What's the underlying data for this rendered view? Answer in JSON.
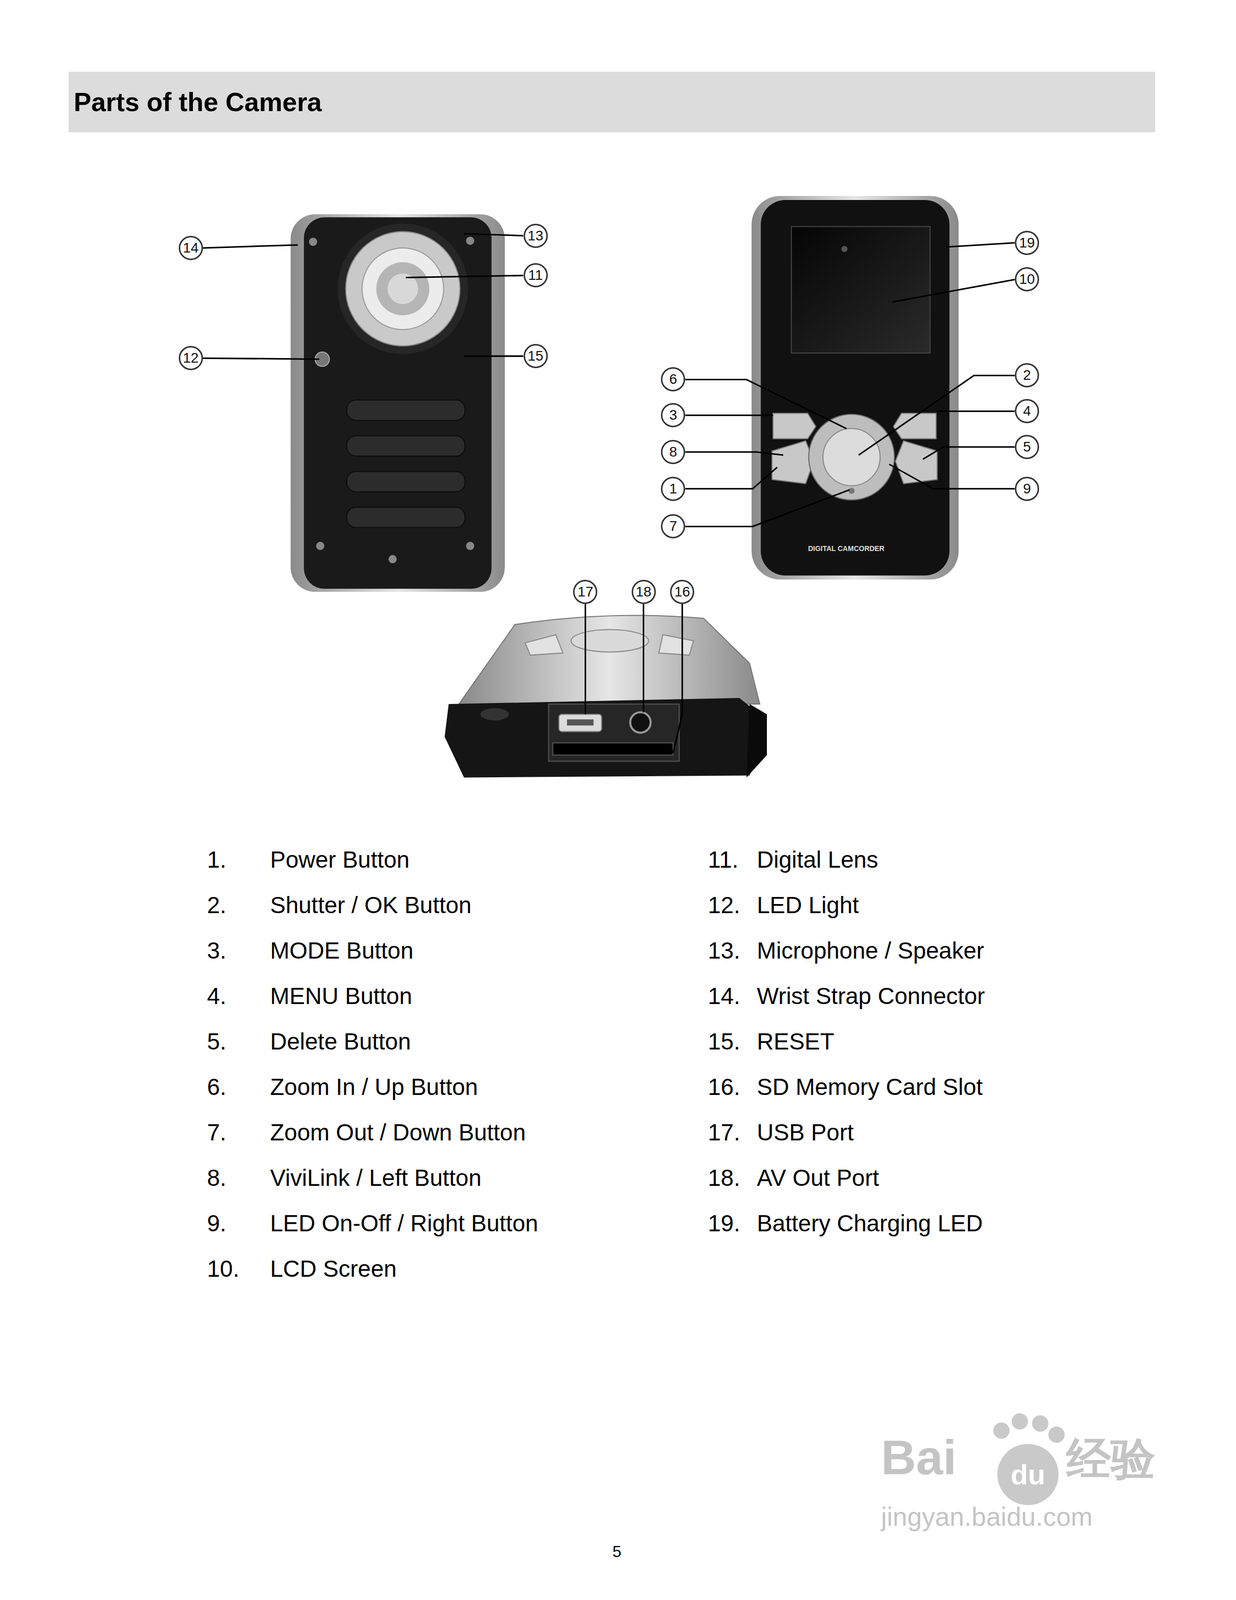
{
  "diagram": {
    "title": "Parts of the Camera",
    "nodes": [
      {
        "text": [
          "14"
        ]
      },
      {
        "text": [
          "13"
        ]
      },
      {
        "text": [
          "11"
        ]
      },
      {
        "text": [
          "12"
        ]
      },
      {
        "text": [
          "15"
        ]
      },
      {
        "text": [
          "19"
        ]
      },
      {
        "text": [
          "10"
        ]
      },
      {
        "text": [
          "6"
        ]
      },
      {
        "text": [
          "2"
        ]
      },
      {
        "text": [
          "3"
        ]
      },
      {
        "text": [
          "4"
        ]
      },
      {
        "text": [
          "8"
        ]
      },
      {
        "text": [
          "5"
        ]
      },
      {
        "text": [
          "1"
        ]
      },
      {
        "text": [
          "9"
        ]
      },
      {
        "text": [
          "7"
        ]
      },
      {
        "text": [
          "17"
        ]
      },
      {
        "text": [
          "18"
        ]
      },
      {
        "text": [
          "16"
        ]
      }
    ],
    "labels": [
      "1.",
      "Power Button",
      "2.",
      "Shutter / OK Button",
      "3.",
      "MODE Button",
      "4.",
      "MENU Button",
      "5.",
      "Delete Button",
      "6.",
      "Zoom In / Up Button",
      "7.",
      "Zoom Out / Down Button",
      "8.",
      "ViviLink / Left Button",
      "9.",
      "LED On-Off / Right Button",
      "10.",
      "LCD Screen",
      "11.",
      "Digital Lens",
      "12.",
      "LED Light",
      "13.",
      "Microphone / Speaker",
      "14.",
      "Wrist Strap Connector",
      "15.",
      "RESET",
      "16.",
      "SD Memory Card Slot",
      "17.",
      "USB Port",
      "18.",
      "AV Out Port",
      "19.",
      "Battery Charging LED",
      "DIGITAL CAMCORDER",
      "5",
      "Bai",
      "du",
      "经验",
      "jingyan.baidu.com"
    ]
  }
}
